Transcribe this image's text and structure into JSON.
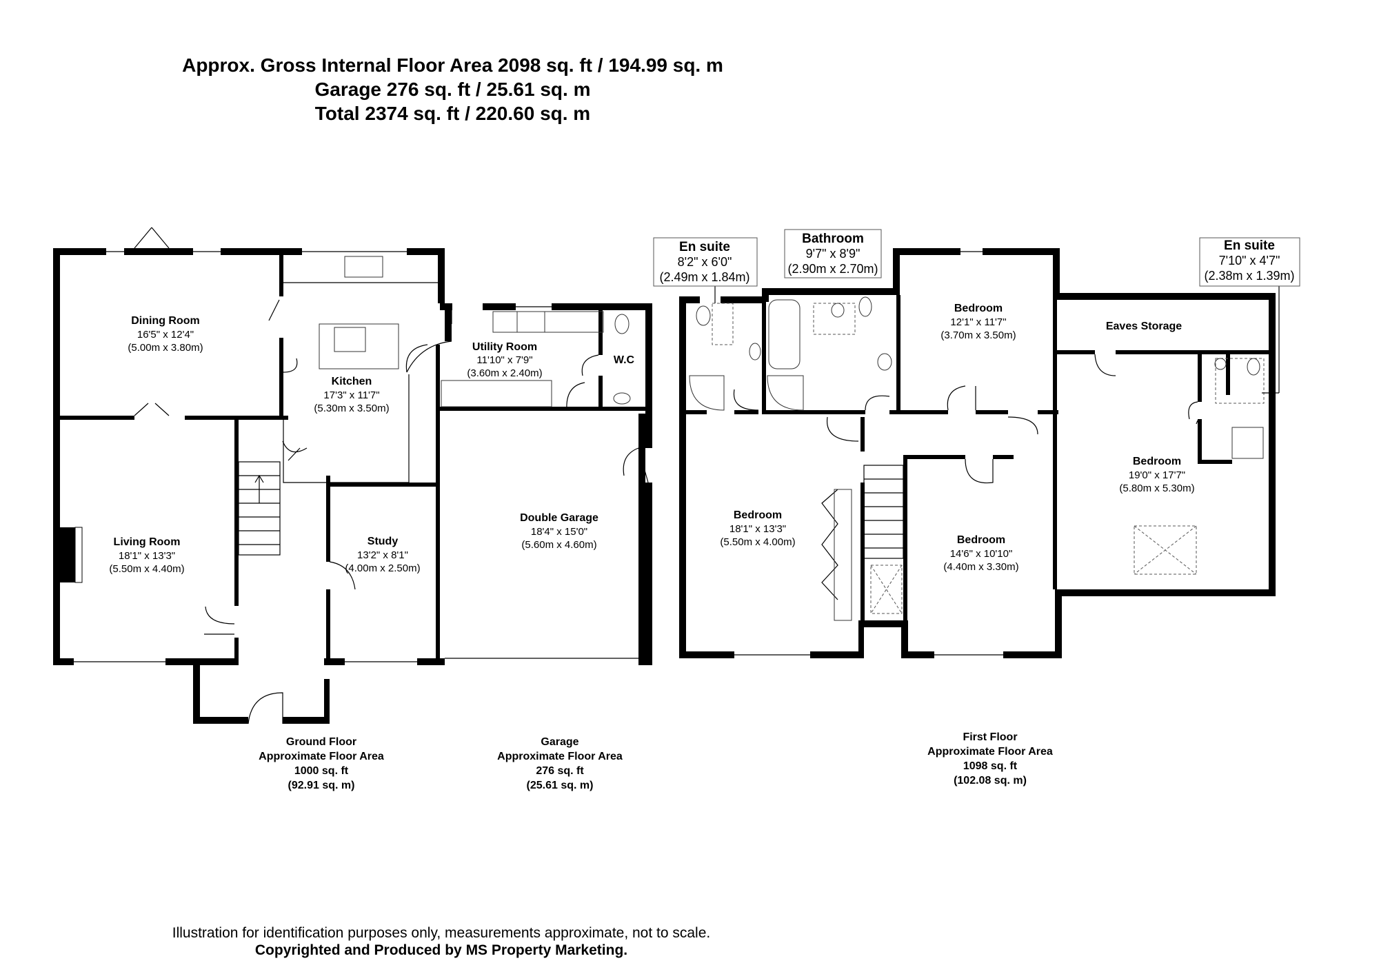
{
  "header": {
    "line1": "Approx. Gross Internal Floor Area 2098 sq. ft / 194.99 sq. m",
    "line2": "Garage 276 sq. ft / 25.61 sq. m",
    "line3": "Total 2374 sq. ft / 220.60 sq. m"
  },
  "rooms": {
    "dining": {
      "name": "Dining Room",
      "imperial": "16'5\" x 12'4\"",
      "metric": "(5.00m x 3.80m)"
    },
    "kitchen": {
      "name": "Kitchen",
      "imperial": "17'3\" x 11'7\"",
      "metric": "(5.30m x 3.50m)"
    },
    "utility": {
      "name": "Utility Room",
      "imperial": "11'10\" x 7'9\"",
      "metric": "(3.60m x 2.40m)"
    },
    "wc": {
      "name": "W.C"
    },
    "living": {
      "name": "Living Room",
      "imperial": "18'1\" x 13'3\"",
      "metric": "(5.50m x 4.40m)"
    },
    "study": {
      "name": "Study",
      "imperial": "13'2\" x 8'1\"",
      "metric": "(4.00m x 2.50m)"
    },
    "garage": {
      "name": "Double Garage",
      "imperial": "18'4\" x 15'0\"",
      "metric": "(5.60m x 4.60m)"
    },
    "ensuite1": {
      "name": "En suite",
      "imperial": "8'2\" x 6'0\"",
      "metric": "(2.49m x 1.84m)"
    },
    "bathroom": {
      "name": "Bathroom",
      "imperial": "9'7\" x 8'9\"",
      "metric": "(2.90m x 2.70m)"
    },
    "bedroom_top": {
      "name": "Bedroom",
      "imperial": "12'1\" x 11'7\"",
      "metric": "(3.70m x 3.50m)"
    },
    "ensuite2": {
      "name": "En suite",
      "imperial": "7'10\" x 4'7\"",
      "metric": "(2.38m x 1.39m)"
    },
    "eaves": {
      "name": "Eaves Storage"
    },
    "bedroom_left": {
      "name": "Bedroom",
      "imperial": "18'1\" x 13'3\"",
      "metric": "(5.50m x 4.00m)"
    },
    "bedroom_mid": {
      "name": "Bedroom",
      "imperial": "14'6\" x 10'10\"",
      "metric": "(4.40m x 3.30m)"
    },
    "bedroom_right": {
      "name": "Bedroom",
      "imperial": "19'0\" x 17'7\"",
      "metric": "(5.80m x 5.30m)"
    }
  },
  "floors": {
    "ground": {
      "title": "Ground Floor",
      "subtitle": "Approximate Floor Area",
      "sqft": "1000 sq. ft",
      "sqm": "(92.91 sq. m)"
    },
    "garage": {
      "title": "Garage",
      "subtitle": "Approximate Floor Area",
      "sqft": "276 sq. ft",
      "sqm": "(25.61 sq. m)"
    },
    "first": {
      "title": "First Floor",
      "subtitle": "Approximate Floor Area",
      "sqft": "1098 sq. ft",
      "sqm": "(102.08 sq. m)"
    }
  },
  "footer": {
    "disclaimer": "Illustration for identification purposes only, measurements approximate, not to scale.",
    "credit": "Copyrighted  and Produced by MS Property Marketing."
  }
}
